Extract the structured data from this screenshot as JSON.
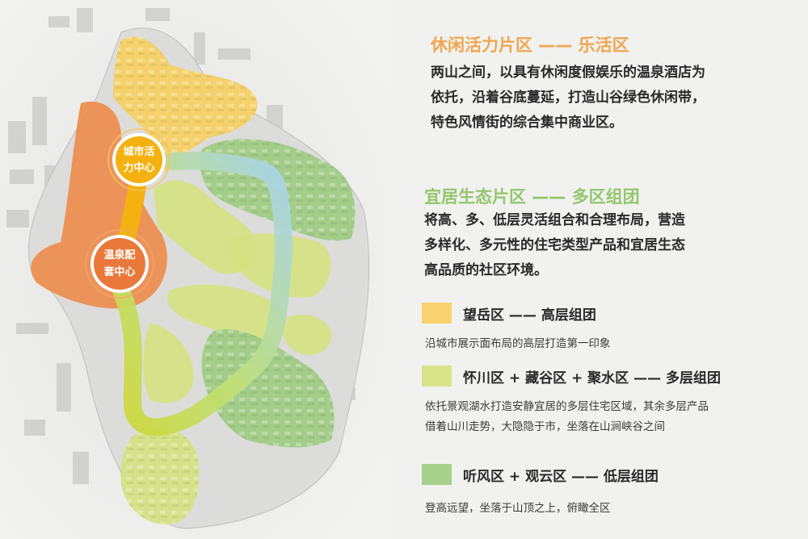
{
  "colors": {
    "orange_heading": "#f0a64f",
    "green_heading": "#93c66b",
    "high_rise": "#f7d26f",
    "mid_rise": "#d8e489",
    "low_rise": "#a6d08c",
    "city_center": "#f4b10f",
    "spring_center": "#e9783a",
    "river_start": "#c6d743",
    "river_end": "#a9d4ea"
  },
  "map": {
    "city_center_label": [
      "城市活",
      "力中心"
    ],
    "spring_center_label": [
      "温泉配",
      "套中心"
    ]
  },
  "section1": {
    "title": "休闲活力片区 —— 乐活区",
    "lines": [
      "两山之间，以具有休闲度假娱乐的温泉酒店为",
      "依托，沿着谷底蔓延，打造山谷绿色休闲带，",
      "特色风情街的综合集中商业区。"
    ]
  },
  "section2": {
    "title": "宜居生态片区 —— 多区组团",
    "lines": [
      "将高、多、低层灵活组合和合理布局，营造",
      "多样化、多元性的住宅类型产品和宜居生态",
      "高品质的社区环境。"
    ]
  },
  "legend": [
    {
      "label": "望岳区 —— 高层组团",
      "color": "#f7d26f",
      "desc": [
        "沿城市展示面布局的高层打造第一印象"
      ]
    },
    {
      "label": "怀川区 + 藏谷区 + 聚水区 —— 多层组团",
      "color": "#d8e489",
      "desc": [
        "依托景观湖水打造安静宜居的多层住宅区域，其余多层产品",
        "借着山川走势，大隐隐于市，坐落在山涧峡谷之间"
      ]
    },
    {
      "label": "听风区 + 观云区 —— 低层组团",
      "color": "#a6d08c",
      "desc": [
        "登高远望，坐落于山顶之上，俯瞰全区"
      ]
    }
  ]
}
